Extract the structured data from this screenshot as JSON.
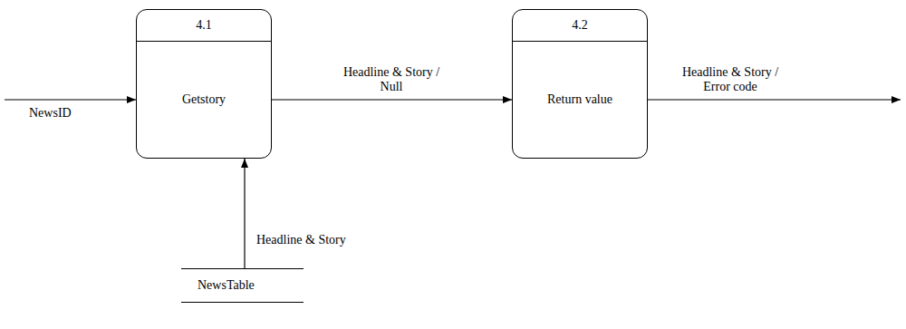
{
  "diagram": {
    "nodes": [
      {
        "text": [
          "4.1",
          "Getstory"
        ]
      },
      {
        "text": [
          "4.2",
          "Return value"
        ]
      },
      {
        "text": [
          "NewsTable"
        ]
      }
    ],
    "edges": [
      {
        "from": 0,
        "to": 1,
        "arrow": "to",
        "label": "Headline & Story / Null"
      },
      {
        "from": 2,
        "to": 0,
        "arrow": "to",
        "label": "Headline & Story"
      }
    ],
    "labels": [
      "NewsID",
      "Headline & Story / Error code"
    ]
  }
}
